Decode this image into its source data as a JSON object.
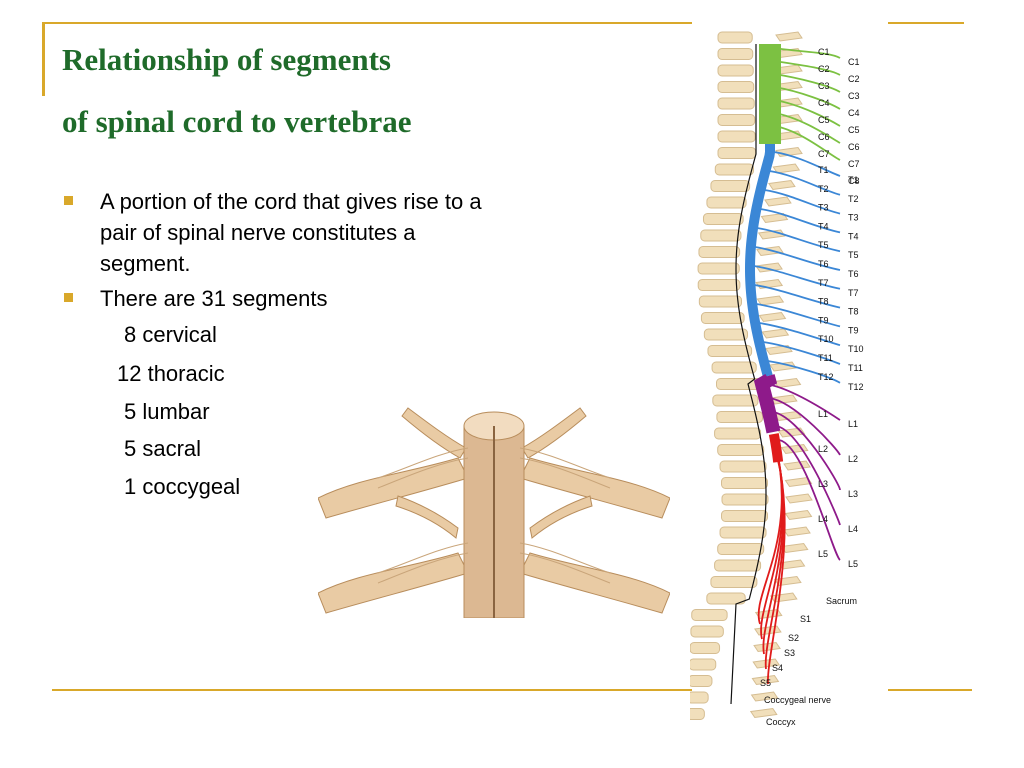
{
  "slide": {
    "title_line1": "Relationship of segments",
    "title_line2": "of spinal cord to vertebrae",
    "bullets": [
      "A portion of the cord that gives rise to a pair of spinal nerve constitutes a segment.",
      "There are 31 segments"
    ],
    "segments": [
      "8 cervical",
      "12 thoracic",
      "5 lumbar",
      "5 sacral",
      "1 coccygeal"
    ]
  },
  "colors": {
    "accent": "#d9a82a",
    "title": "#1f6b2a",
    "cervical": "#7cc142",
    "thoracic": "#3b87d6",
    "lumbar": "#8e1a8a",
    "sacral": "#e01b1b"
  },
  "figure": {
    "cervical_left": [
      "C1",
      "C2",
      "C3",
      "C4",
      "C5",
      "C6",
      "C7"
    ],
    "cervical_right": [
      "C1",
      "C2",
      "C3",
      "C4",
      "C5",
      "C6",
      "C7",
      "C8"
    ],
    "thoracic_left": [
      "T1",
      "T2",
      "T3",
      "T4",
      "T5",
      "T6",
      "T7",
      "T8",
      "T9",
      "T10",
      "T11",
      "T12"
    ],
    "thoracic_right": [
      "T1",
      "T2",
      "T3",
      "T4",
      "T5",
      "T6",
      "T7",
      "T8",
      "T9",
      "T10",
      "T11",
      "T12"
    ],
    "lumbar_left": [
      "L1",
      "L2",
      "L3",
      "L4",
      "L5"
    ],
    "lumbar_right": [
      "L1",
      "L2",
      "L3",
      "L4",
      "L5"
    ],
    "sacrum": "Sacrum",
    "sacral": [
      "S1",
      "S2",
      "S3",
      "S4",
      "S5"
    ],
    "coccygeal_nerve": "Coccygeal nerve",
    "coccyx": "Coccyx"
  }
}
